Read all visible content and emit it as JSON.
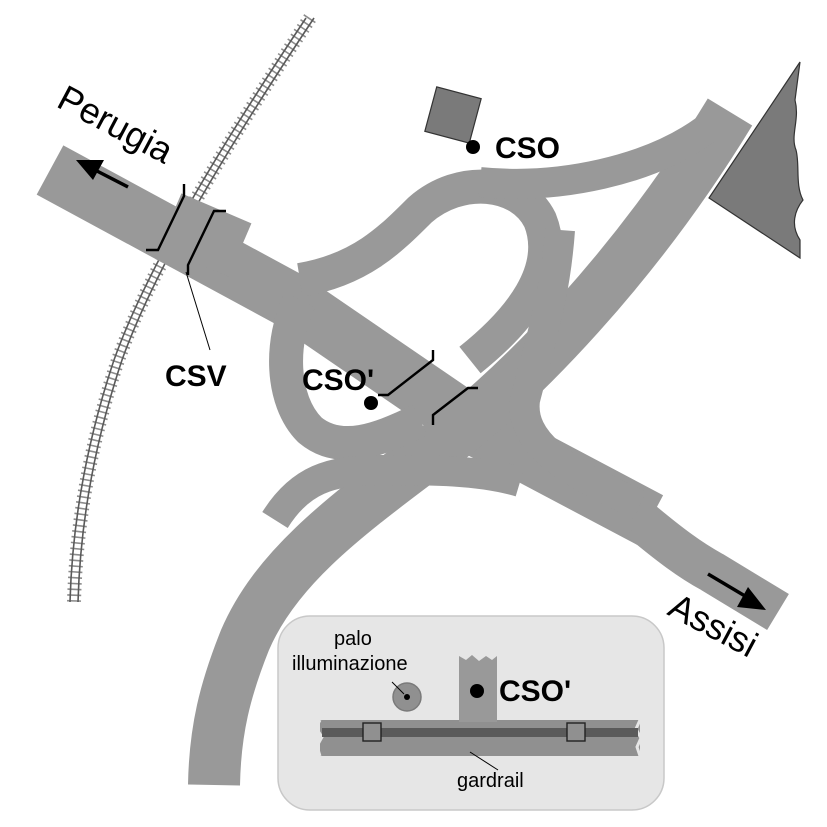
{
  "labels": {
    "perugia": "Perugia",
    "assisi": "Assisi",
    "cso": "CSO",
    "csv": "CSV",
    "cso_prime": "CSO'",
    "inset_cso_prime": "CSO'",
    "palo": "palo",
    "illuminazione": "illuminazione",
    "gardrail": "gardrail"
  },
  "colors": {
    "road": "#999999",
    "building": "#7a7a7a",
    "inset_bg": "#e6e6e6",
    "inset_border": "#c8c8c8",
    "rail": "#909090",
    "rail_dark": "#5a5a5a",
    "marker": "#000000"
  }
}
